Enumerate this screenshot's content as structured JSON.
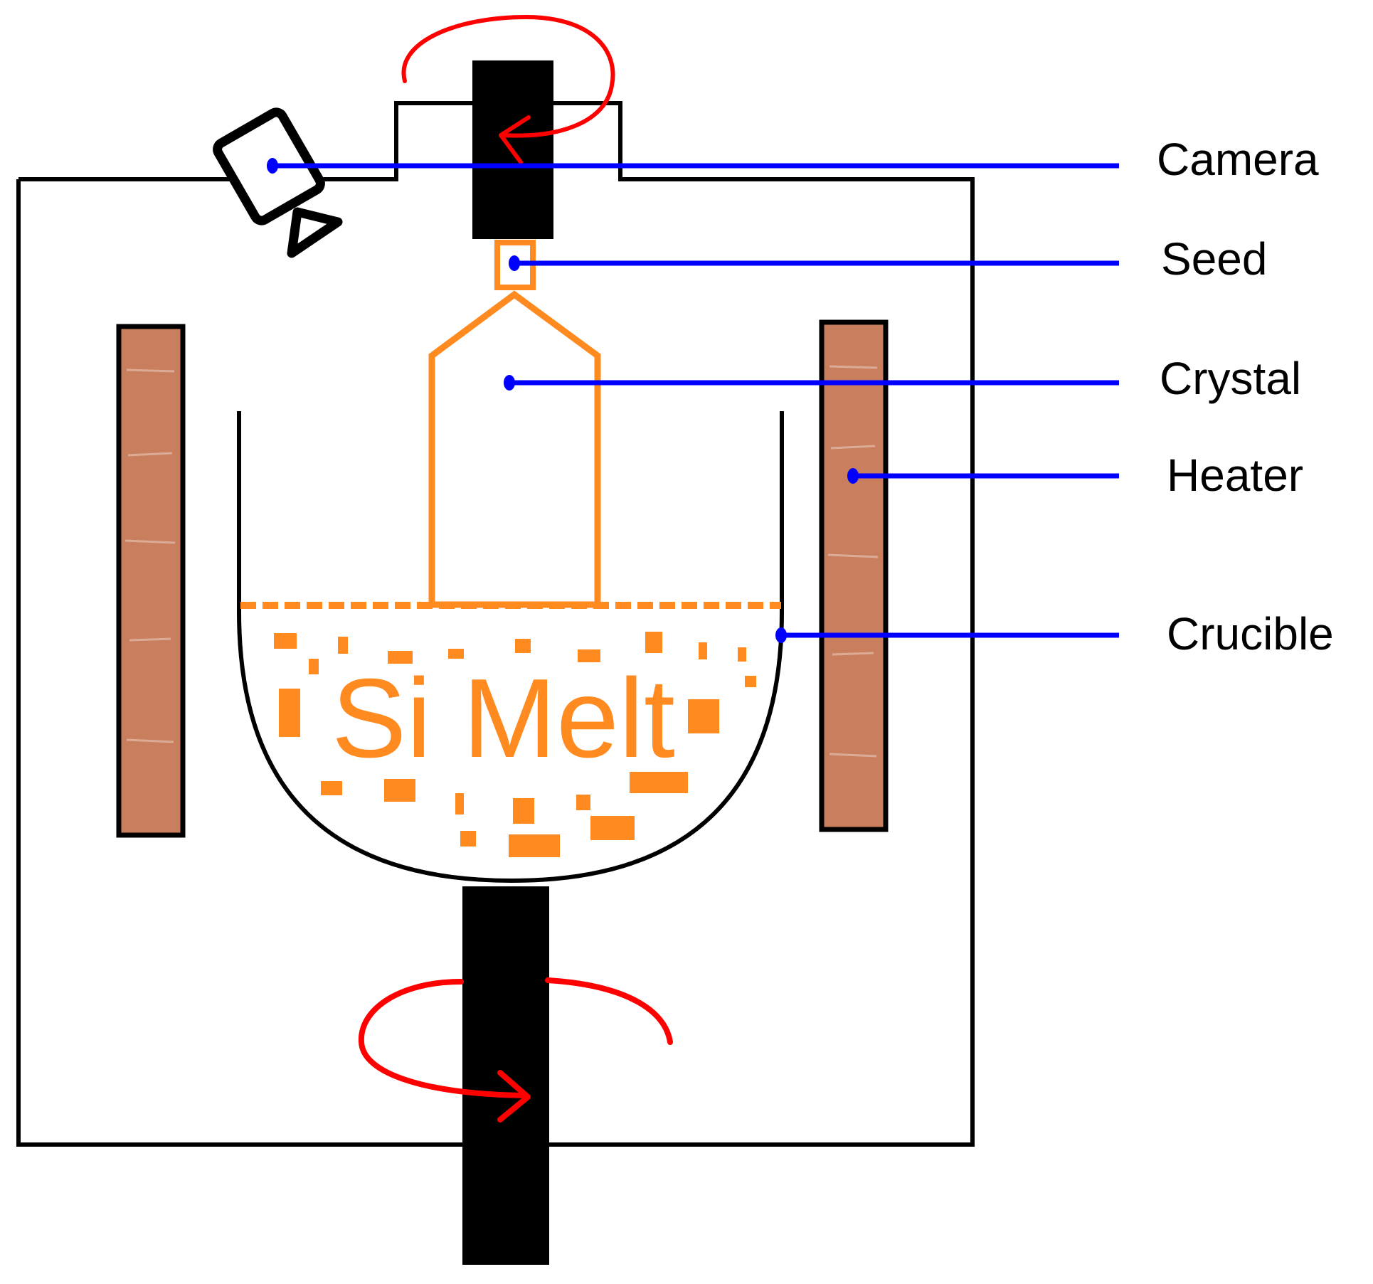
{
  "diagram": {
    "labels": {
      "camera": "Camera",
      "seed": "Seed",
      "crystal": "Crystal",
      "heater": "Heater",
      "crucible": "Crucible"
    },
    "melt_label": "Si Melt"
  },
  "colors": {
    "outline": "#000000",
    "shaft": "#000000",
    "crystal": "#ff8a1f",
    "melt": "#ff8a1f",
    "heater_fill": "#c97f5e",
    "leader_line": "#0000ff",
    "rotation_arrow": "#ff0000"
  },
  "icons": [
    "camera-icon",
    "rotation-arrow-icon"
  ]
}
